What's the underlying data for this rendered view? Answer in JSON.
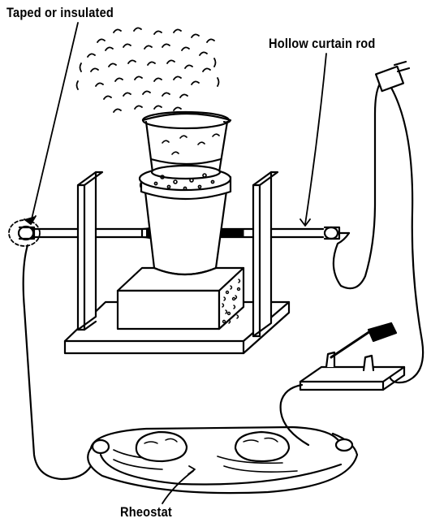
{
  "labels": {
    "taped": "Taped or insulated",
    "rod": "Hollow curtain rod",
    "rheostat": "Rheostat"
  },
  "colors": {
    "ink": "#000000",
    "paper": "#ffffff"
  }
}
